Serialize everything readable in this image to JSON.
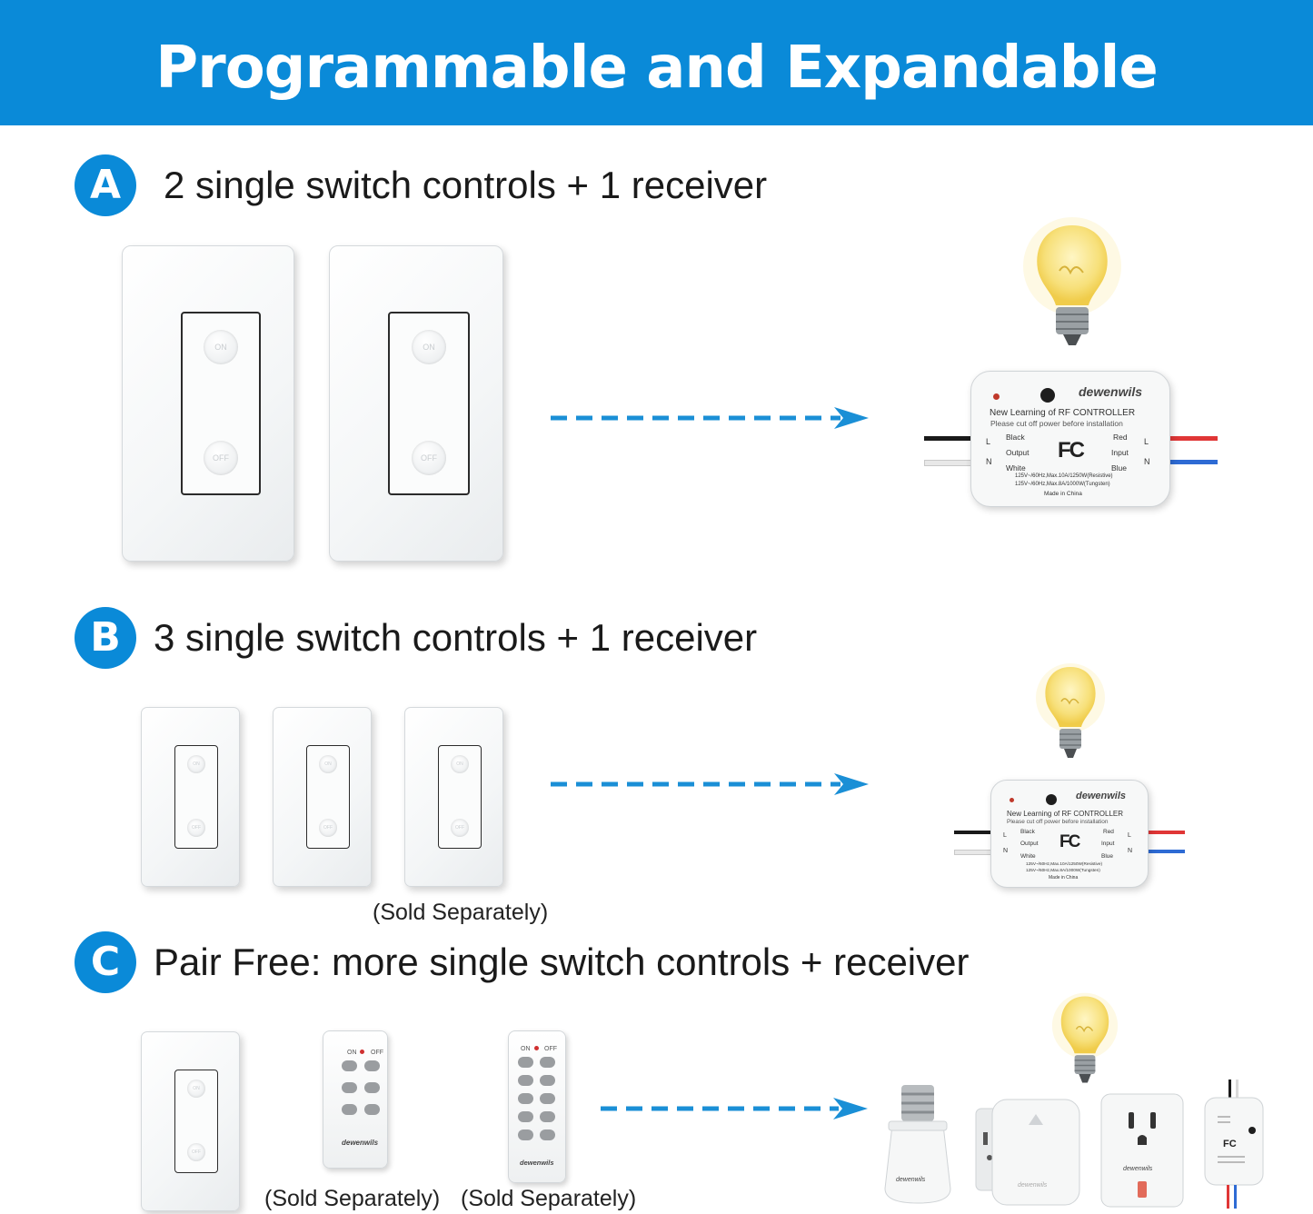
{
  "banner": {
    "title": "Programmable and Expandable"
  },
  "colors": {
    "accent": "#0a8ad8",
    "arrow": "#1a8fd6",
    "bulb": "#f7e07a"
  },
  "sections": [
    {
      "letter": "A",
      "title": "2 single switch controls + 1 receiver"
    },
    {
      "letter": "B",
      "title": "3 single switch controls + 1 receiver"
    },
    {
      "letter": "C",
      "title": "Pair Free: more single switch controls + receiver"
    }
  ],
  "notes": {
    "b_sold": "(Sold Separately)",
    "c_sold_1": "(Sold Separately)",
    "c_sold_2": "(Sold Separately)"
  },
  "switch": {
    "on": "ON",
    "off": "OFF"
  },
  "receiver": {
    "brand": "dewenwils",
    "line1": "New Learning of RF CONTROLLER",
    "line2": "Please cut off power before installation",
    "black": "Black",
    "output": "Output",
    "white": "White",
    "red": "Red",
    "input": "Input",
    "blue": "Blue",
    "fc": "FC",
    "l_left": "L",
    "n_left": "N",
    "l_right": "L",
    "n_right": "N",
    "spec1": "125V~/60Hz,Max.10A/1250W(Resistive)",
    "spec2": "125V~/60Hz,Max.8A/1000W(Tungsten)",
    "made": "Made in China"
  },
  "remote": {
    "brand": "dewenwils",
    "on": "ON",
    "off": "OFF"
  },
  "icons": [
    "light-bulb-icon",
    "dashed-arrow-icon"
  ]
}
